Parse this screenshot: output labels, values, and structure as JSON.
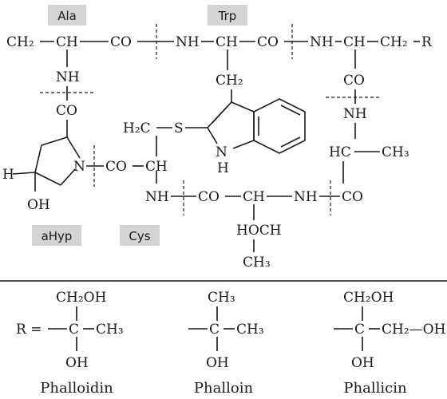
{
  "residue_labels": {
    "ala": "Ala",
    "trp": "Trp",
    "ahyp": "aHyp",
    "cys": "Cys"
  },
  "backbone": {
    "ch2_left": "CH₂",
    "ch_ala": "CH",
    "co_ala": "CO",
    "nh_trp": "NH",
    "ch_trp": "CH",
    "co_trp": "CO",
    "nh_right": "NH",
    "ch_right": "CH",
    "ch2_right": "CH₂",
    "r_group": "R",
    "nh_ala_down": "NH",
    "co_hyp": "CO",
    "co_right": "CO",
    "nh_ala2": "NH",
    "hc_ala2": "HC",
    "ch3_ala2": "CH₃",
    "co_bottom_right": "CO",
    "nh_bottom_mid": "NH",
    "ch_thr": "CH",
    "co_bottom_mid": "CO",
    "nh_cys": "NH",
    "hoch": "HOCH",
    "ch3_thr": "CH₃",
    "ch_cys": "CH",
    "co_cys": "CO",
    "n_ring": "N",
    "h_ring": "H",
    "oh_ring": "OH",
    "h2c_cys": "H₂C",
    "s_atom": "S",
    "ch2_trp": "CH₂",
    "n_indole": "N",
    "h_indole": "H"
  },
  "r_definition": {
    "prefix": "R =",
    "variants": [
      {
        "name": "Phalloidin",
        "top": "CH₂OH",
        "center": "C",
        "right": "CH₃",
        "bottom": "OH"
      },
      {
        "name": "Phalloin",
        "top": "CH₃",
        "center": "C",
        "right": "CH₃",
        "bottom": "OH"
      },
      {
        "name": "Phallicin",
        "top": "CH₂OH",
        "center": "C",
        "right": "CH₂—OH",
        "bottom": "OH"
      }
    ]
  }
}
